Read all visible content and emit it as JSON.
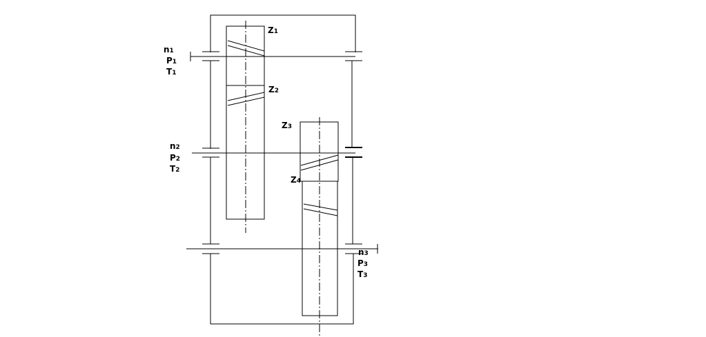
{
  "labels": {
    "z1": {
      "main": "Z",
      "sub": "1"
    },
    "z2": {
      "main": "Z",
      "sub": "2"
    },
    "z3": {
      "main": "Z",
      "sub": "3"
    },
    "z4": {
      "main": "Z",
      "sub": "4"
    },
    "n1": {
      "main": "n",
      "sub": "1"
    },
    "p1": {
      "main": "P",
      "sub": "1"
    },
    "t1": {
      "main": "T",
      "sub": "1"
    },
    "n2": {
      "main": "n",
      "sub": "2"
    },
    "p2": {
      "main": "P",
      "sub": "2"
    },
    "t2": {
      "main": "T",
      "sub": "2"
    },
    "n3": {
      "main": "n",
      "sub": "3"
    },
    "p3": {
      "main": "P",
      "sub": "3"
    },
    "t3": {
      "main": "T",
      "sub": "3"
    }
  }
}
